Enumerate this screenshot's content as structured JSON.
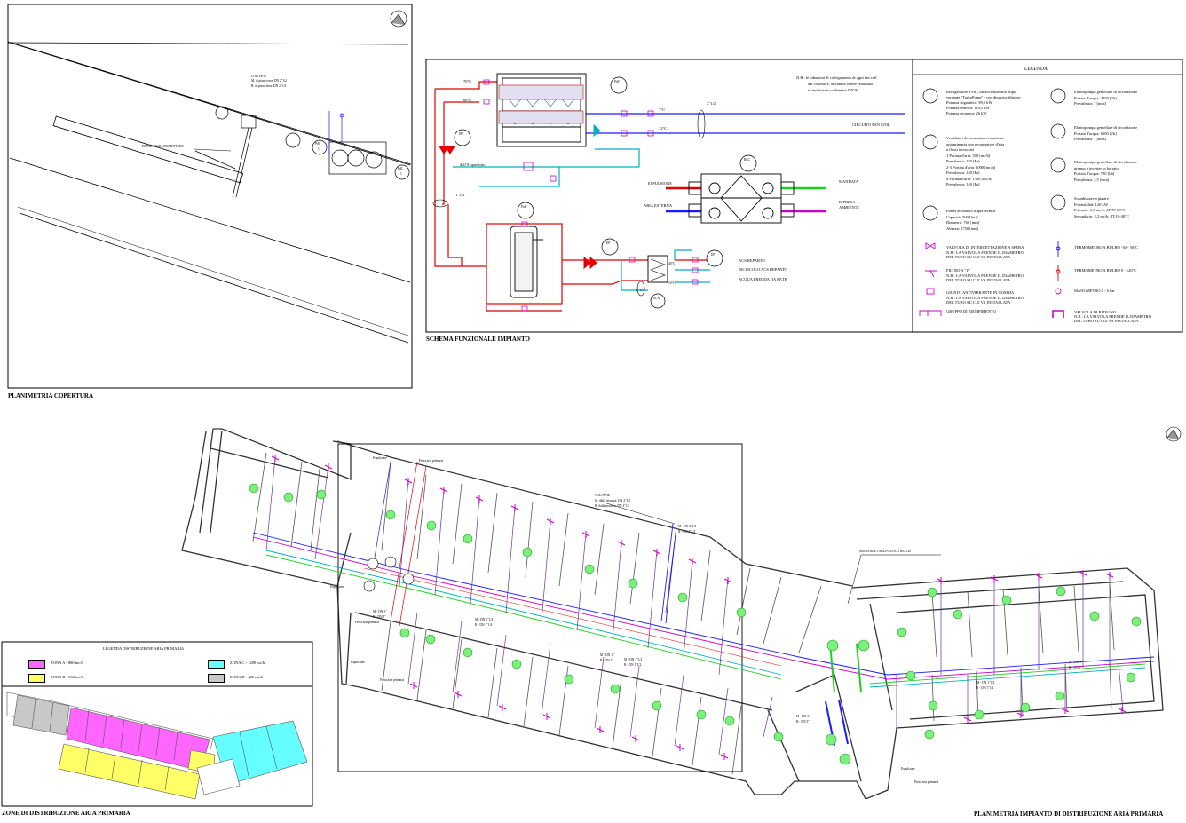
{
  "titles": {
    "roof_plan": "PLANIMETRIA COPERTURA",
    "scheme": "SCHEMA FUNZIONALE IMPIANTO",
    "floor_plan": "PLANIMETRIA IMPIANTO DI DISTRIBUZIONE ARIA PRIMARIA",
    "zones": "ZONE DI DISTRIBUZIONE ARIA PRIMARIA"
  },
  "roof": {
    "colonne_title": "COLONNE",
    "colonne_m": "M.     al piano terra: DN 2\"1/2",
    "colonne_r": "R.     al piano terra: DN 2\"1/2",
    "impianto_label": "IMPIANTO DA DISMETTERE",
    "pdc_tag": "PdC",
    "pdc_num": "1",
    "pdc2_tag": "PdC",
    "pdc2_num": "1"
  },
  "scheme": {
    "note1": "N.B.: le tubazioni di collegamento di ogni fan coil",
    "note2": "dal collettore, dovranno essere realizzate",
    "note3": "in multistrato coibentato DN26",
    "t70": "70°C",
    "t60": "60°C",
    "t7": "7°C",
    "t12": "12°C",
    "dn212": "2\"1/2",
    "circuito": "CIRCUITO FAN COIL",
    "acquedotto": "dall'Acquedotto",
    "dn114": "1\"1/4",
    "espulsione": "ESPULSIONE",
    "aria_esterna": "ARIA ESTERNA",
    "mandata": "MANDATA",
    "ripresa1": "RIPRESA",
    "ripresa2": "AMBIENTE",
    "acs_reparto": "ACS REPARTO",
    "ricircolo": "RICIRCOLO ACS REPARTO",
    "acqua_fredda": "ACQUA FREDDA DA RETE",
    "t40": "40°C",
    "t10": "10°C",
    "dn112": "1\"1/2",
    "tags": {
      "pdc": "PdC",
      "ep": "EP",
      "rec": "REC",
      "puf": "PuF",
      "sca": "SCA"
    }
  },
  "legend": {
    "title": "LEGENDA",
    "pdc": [
      "Refrigeratore a PdC caldo/freddo aria acqua",
      "versione \"TurboPump\" - con desurriscaldatore",
      "Potenza frigorifera: 99,5 kW",
      "Potenza termica: 110,5 kW",
      "Potenza recupero: 26 kW"
    ],
    "rec": [
      "Ventilatori di immissione/estrazione",
      "aria primaria con recuperatore d'aria",
      "a flussi incrociati",
      "1    Portata d'aria: 500 [mc/h]",
      "      Prevalenza: 150 [Pa]",
      "2-3  Portata d'aria: 1000 [mc/h]",
      "      Prevalenza: 140 [Pa]",
      "4    Portata d'aria: 1300 [mc/h]",
      "      Prevalenza: 140 [Pa]"
    ],
    "puf": [
      "Puffer accumulo acqua tecnica",
      "Capacità: 500 [litri]",
      "Diametro: 760 [mm]",
      "Altezza: 1750 [mm]"
    ],
    "ep1": [
      "Elettropompa gemellare di circolazione",
      "Portata d'acqua: 4450 [l/h]",
      "Prevalenza: 7 [mca]"
    ],
    "ep2": [
      "Elettropompa gemellare di circolazione",
      "Portata d'acqua: 6500 [l/h]",
      "Prevalenza: 7 [mca]"
    ],
    "ep3": [
      "Elettropompa gemellare di circolazione",
      "gruppo a inverter in borraio",
      "Portata d'acqua: 720 [l/h]",
      "Prevalenza: 2,5 [mca]"
    ],
    "sca": [
      "Scambiatore a piastre",
      "Potenzialità: 120 kW",
      "Primario: 6,5 mc/h, dT:70-60°C",
      "Secondario: 2,2 mc/h, dT:10-40°C"
    ],
    "valve": [
      "VALVOLA DI INTERCETTAZIONE A SFERA",
      "N.B.: LA VALVOLA PRENDE IL DIAMETRO",
      "DEL TUBO SU CUI VA INSTALLATA"
    ],
    "filter": [
      "FILTRO A \"Y\"",
      "N.B.: LA VALVOLA PRENDE IL DIAMETRO",
      "DEL TUBO SU CUI VA INSTALLATA"
    ],
    "joint": "GIUNTO ANTIVIBRANTE IN GOMMA",
    "joint2": [
      "N.B.: LA VALVOLA PRENDE IL DIAMETRO",
      "DEL TUBO SU CUI VA INSTALLATA"
    ],
    "fill": "GRUPPO DI RIEMPIMENTO",
    "term1": "TERMOMETRO A BULBO -30 - 50°C",
    "term2": "TERMOMETRO A BULBO 0 - 120°C",
    "mano": "MANOMETRO 0 - 6 bar",
    "check": [
      "VALVOLA DI RITEGNO",
      "N.B.: LA VALVOLA PRENDE IL DIAMETRO",
      "DEL TUBO SU CUI VA INSTALLATA"
    ]
  },
  "zones": {
    "title": "LEGENDA DISTRIBUZIONE ARIA PRIMARIA",
    "items": [
      {
        "label": "ZONA A - 880 mc/h",
        "color": "#ff66ff"
      },
      {
        "label": "ZONA B - 960 mc/h",
        "color": "#ffff66"
      },
      {
        "label": "ZONA C - 1280 mc/h",
        "color": "#66ffff"
      },
      {
        "label": "ZONA D - 320 mc/h",
        "color": "#c8c8c8"
      }
    ]
  },
  "floor": {
    "colonne_title": "COLONNE",
    "colonne_m": "M.     dalla terrazza: DN 2\"1/2",
    "colonne_r": "R.     dalla terrazza: DN 2\"1/2",
    "md": "M - DN 2\"1/2",
    "rd": "R - DN 2\"1/2",
    "serrande": "SERRANDE TAGLIAFUOCO REI 120",
    "espulsione": "Espulsione",
    "presa_aria": "Presa aria primaria",
    "m_dn": "M - DN 1\"",
    "r_dn": "R - DN 1\"",
    "m_dn2": "M - DN 1\"1/4",
    "r_dn2": "R - DN 1\"1/4",
    "m_dn3": "M - DN 2\"",
    "r_dn3": "R - DN 2\"",
    "m_dn4": "M - DN 1\"1/2",
    "r_dn4": "R - DN 1\"1/2",
    "m_dn5": "M - DN 3\"",
    "r_dn5": "R - DN 3\""
  },
  "colors": {
    "red": "#e00000",
    "blue": "#1a1aff",
    "cyan": "#00b0c0",
    "magenta": "#cc00cc",
    "green": "#1fd11f",
    "purple": "#7030a0"
  }
}
